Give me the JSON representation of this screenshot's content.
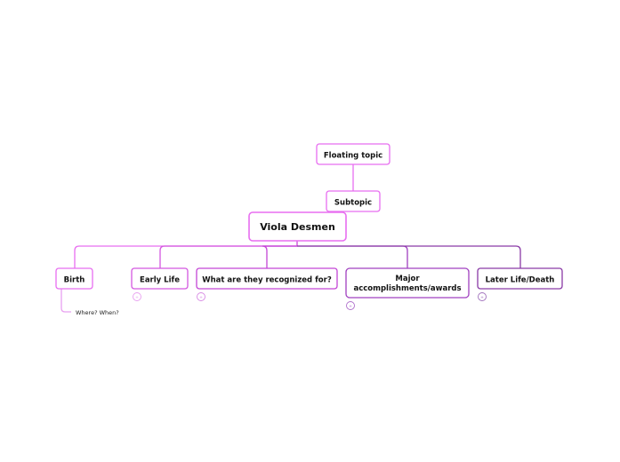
{
  "colors": {
    "pink": "#e86ef0",
    "magenta": "#cc44d8",
    "purple": "#a040c0",
    "deep_purple": "#8a3aa6",
    "text": "#111111",
    "background": "#ffffff"
  },
  "central_topic": {
    "label": "Viola Desmen"
  },
  "floating_topic": {
    "label": "Floating topic"
  },
  "subtopic": {
    "label": "Subtopic"
  },
  "main_topics": [
    {
      "label": "Birth",
      "note": "Where? When?"
    },
    {
      "label": "Early Life",
      "badge_icon": "collapse-circle-icon"
    },
    {
      "label": "What are they recognized for?",
      "badge_icon": "collapse-circle-icon"
    },
    {
      "label_line1": "Major",
      "label_line2": "accomplishments/awards",
      "badge_icon": "collapse-circle-icon"
    },
    {
      "label": "Later Life/Death",
      "badge_icon": "collapse-circle-icon"
    }
  ]
}
